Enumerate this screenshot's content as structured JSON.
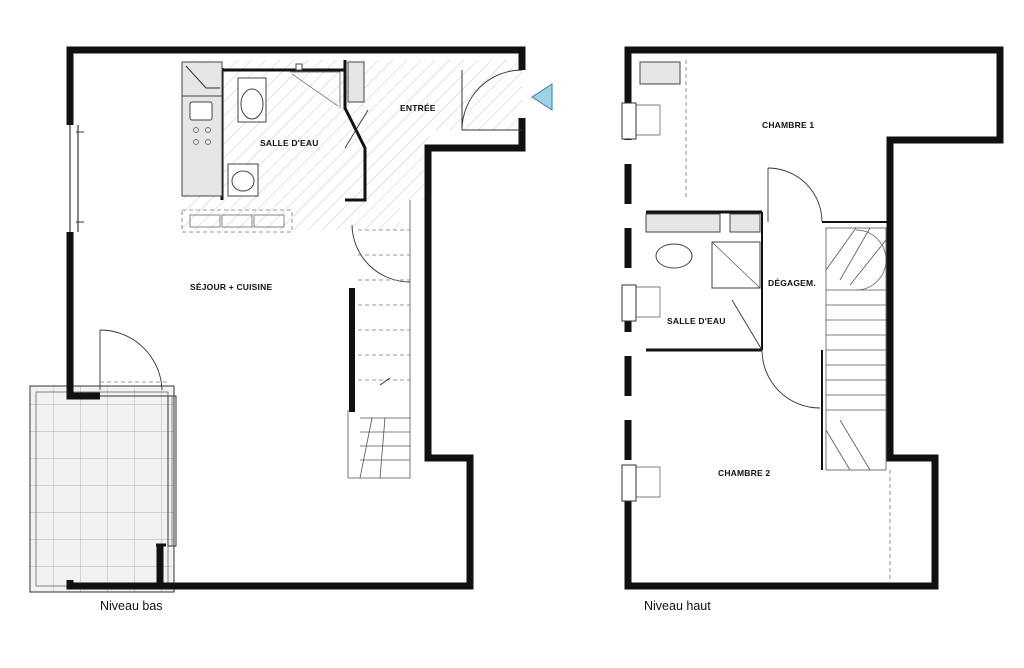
{
  "plan": {
    "levels": [
      {
        "name": "Niveau bas",
        "rooms": [
          "ENTRÉE",
          "SALLE D'EAU",
          "SÉJOUR + CUISINE"
        ]
      },
      {
        "name": "Niveau haut",
        "rooms": [
          "CHAMBRE 1",
          "DÉGAGEM.",
          "SALLE D'EAU",
          "CHAMBRE 2"
        ]
      }
    ],
    "colors": {
      "wall": "#111111",
      "hatch": "#bbbbbb",
      "floor_tint": "#eeeeee",
      "entry_arrow": "#9fd0e6"
    },
    "icons": [
      "entry-arrow-icon"
    ]
  }
}
